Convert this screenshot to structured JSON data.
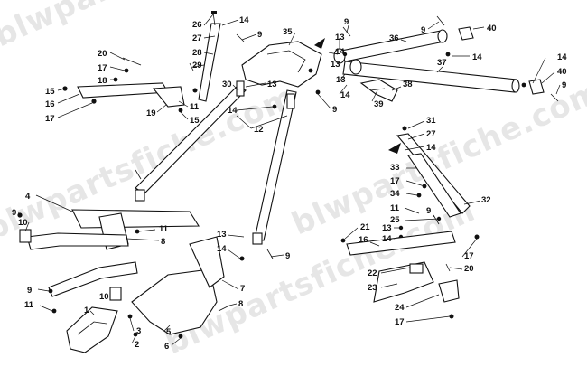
{
  "watermark": {
    "text_1": "blwpartsfiche.com",
    "text_2": "blwpartsfiche.com",
    "text_3": "blwpartsfiche.com",
    "text_4": "blwpartsfiche.com"
  },
  "callouts": [
    {
      "id": "c1",
      "text": "26"
    },
    {
      "id": "c2",
      "text": "27"
    },
    {
      "id": "c3",
      "text": "28"
    },
    {
      "id": "c4",
      "text": "29"
    },
    {
      "id": "c5",
      "text": "14"
    },
    {
      "id": "c6",
      "text": "9"
    },
    {
      "id": "c7",
      "text": "35"
    },
    {
      "id": "c8",
      "text": "20"
    },
    {
      "id": "c9",
      "text": "17"
    },
    {
      "id": "c10",
      "text": "18"
    },
    {
      "id": "c11",
      "text": "15"
    },
    {
      "id": "c12",
      "text": "16"
    },
    {
      "id": "c13",
      "text": "17"
    },
    {
      "id": "c14",
      "text": "30"
    },
    {
      "id": "c15",
      "text": "13"
    },
    {
      "id": "c16",
      "text": "14"
    },
    {
      "id": "c17",
      "text": "19"
    },
    {
      "id": "c18",
      "text": "11"
    },
    {
      "id": "c19",
      "text": "15"
    },
    {
      "id": "c20",
      "text": "12"
    },
    {
      "id": "c21",
      "text": "9"
    },
    {
      "id": "c22",
      "text": "9"
    },
    {
      "id": "c23",
      "text": "13"
    },
    {
      "id": "c24",
      "text": "13"
    },
    {
      "id": "c25",
      "text": "14"
    },
    {
      "id": "c26",
      "text": "36"
    },
    {
      "id": "c27",
      "text": "9"
    },
    {
      "id": "c28",
      "text": "40"
    },
    {
      "id": "c29",
      "text": "14"
    },
    {
      "id": "c30",
      "text": "37"
    },
    {
      "id": "c31",
      "text": "13"
    },
    {
      "id": "c32",
      "text": "14"
    },
    {
      "id": "c33",
      "text": "38"
    },
    {
      "id": "c34",
      "text": "39"
    },
    {
      "id": "c35",
      "text": "14"
    },
    {
      "id": "c36",
      "text": "40"
    },
    {
      "id": "c37",
      "text": "9"
    },
    {
      "id": "c38",
      "text": "31"
    },
    {
      "id": "c39",
      "text": "27"
    },
    {
      "id": "c40",
      "text": "14"
    },
    {
      "id": "c41",
      "text": "33"
    },
    {
      "id": "c42",
      "text": "17"
    },
    {
      "id": "c43",
      "text": "34"
    },
    {
      "id": "c44",
      "text": "32"
    },
    {
      "id": "c45",
      "text": "11"
    },
    {
      "id": "c46",
      "text": "25"
    },
    {
      "id": "c47",
      "text": "9"
    },
    {
      "id": "c48",
      "text": "13"
    },
    {
      "id": "c49",
      "text": "14"
    },
    {
      "id": "c50",
      "text": "4"
    },
    {
      "id": "c51",
      "text": "9"
    },
    {
      "id": "c52",
      "text": "10"
    },
    {
      "id": "c53",
      "text": "11"
    },
    {
      "id": "c54",
      "text": "8"
    },
    {
      "id": "c55",
      "text": "13"
    },
    {
      "id": "c56",
      "text": "14"
    },
    {
      "id": "c57",
      "text": "9"
    },
    {
      "id": "c58",
      "text": "21"
    },
    {
      "id": "c59",
      "text": "16"
    },
    {
      "id": "c60",
      "text": "17"
    },
    {
      "id": "c61",
      "text": "20"
    },
    {
      "id": "c62",
      "text": "22"
    },
    {
      "id": "c63",
      "text": "23"
    },
    {
      "id": "c64",
      "text": "24"
    },
    {
      "id": "c65",
      "text": "17"
    },
    {
      "id": "c66",
      "text": "9"
    },
    {
      "id": "c67",
      "text": "11"
    },
    {
      "id": "c68",
      "text": "10"
    },
    {
      "id": "c69",
      "text": "1"
    },
    {
      "id": "c70",
      "text": "3"
    },
    {
      "id": "c71",
      "text": "2"
    },
    {
      "id": "c72",
      "text": "5"
    },
    {
      "id": "c73",
      "text": "6"
    },
    {
      "id": "c74",
      "text": "7"
    },
    {
      "id": "c75",
      "text": "8"
    }
  ]
}
